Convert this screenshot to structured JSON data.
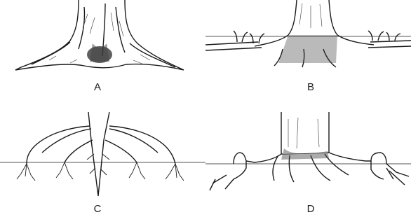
{
  "panels": [
    {
      "id": "a",
      "label": "A"
    },
    {
      "id": "b",
      "label": "B"
    },
    {
      "id": "c",
      "label": "C"
    },
    {
      "id": "d",
      "label": "D"
    }
  ],
  "colors": {
    "ink": "#1a1a1a",
    "paper": "#ffffff",
    "shade": "#555555"
  }
}
